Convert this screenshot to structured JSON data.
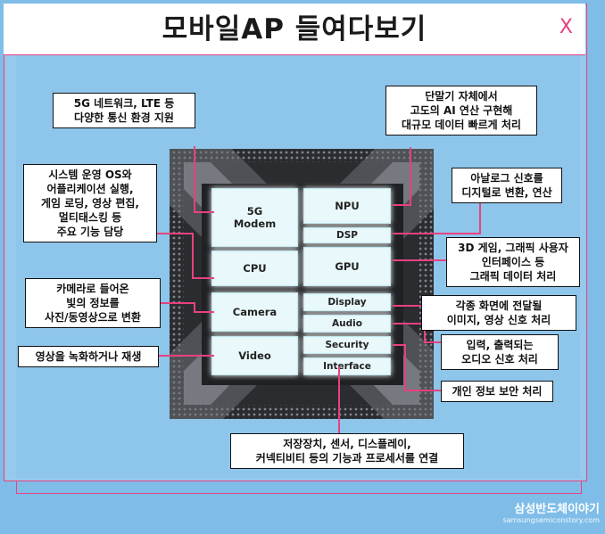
{
  "title": "모바일AP 들여다보기",
  "close_symbol": "X",
  "blocks": {
    "modem": [
      "5G",
      "Modem"
    ],
    "npu": "NPU",
    "dsp": "DSP",
    "cpu": "CPU",
    "gpu": "GPU",
    "camera": "Camera",
    "display": "Display",
    "audio": "Audio",
    "video": "Video",
    "security": "Security",
    "interface": "Interface"
  },
  "labels": {
    "modem": [
      "5G 네트워크, LTE 등",
      "다양한 통신 환경 지원"
    ],
    "npu": [
      "단말기 자체에서",
      "고도의 AI 연산 구현해",
      "대규모 데이터 빠르게 처리"
    ],
    "cpu": [
      "시스템 운영 OS와",
      "어플리케이션 실행,",
      "게임 로딩, 영상 편집,",
      "멀티태스킹 등",
      "주요 기능 담당"
    ],
    "dsp": [
      "아날로그 신호를",
      "디지털로 변환, 연산"
    ],
    "gpu": [
      "3D 게임, 그래픽 사용자",
      "인터페이스 등",
      "그래픽 데이터 처리"
    ],
    "camera": [
      "카메라로 들어온",
      "빛의 정보를",
      "사진/동영상으로 변환"
    ],
    "display": [
      "각종 화면에 전달될",
      "이미지, 영상 신호 처리"
    ],
    "video": [
      "영상을 녹화하거나 재생"
    ],
    "audio": [
      "입력, 출력되는",
      "오디오 신호 처리"
    ],
    "security": [
      "개인 정보 보안 처리"
    ],
    "interface": [
      "저장장치, 센서, 디스플레이,",
      "커넥티비티 등의 기능과 프로세서를 연결"
    ]
  },
  "watermark": {
    "line1": "삼성반도체이야기",
    "line2": "samsungsemiconstory.com"
  },
  "colors": {
    "accent": "#e8417f",
    "background": "#8ec5ea",
    "chip": "#2a2c30",
    "block": "#e9f8fa"
  }
}
